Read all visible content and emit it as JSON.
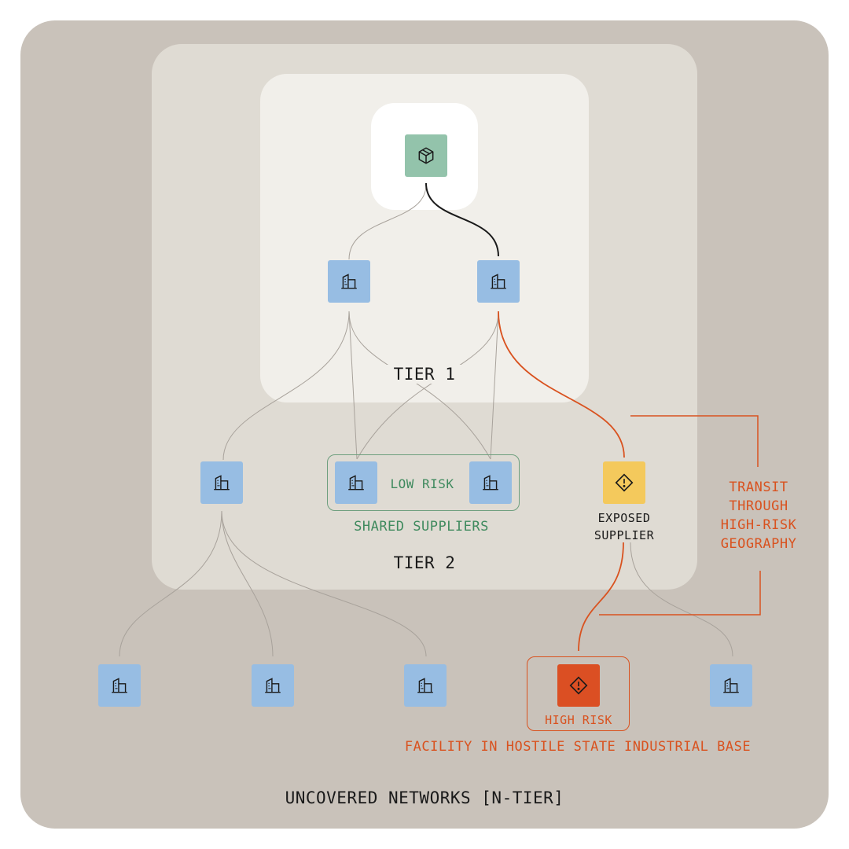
{
  "labels": {
    "tier1": "TIER 1",
    "tier2": "TIER 2",
    "n_tier": "UNCOVERED NETWORKS [N-TIER]",
    "low_risk": "LOW RISK",
    "shared_suppliers": "SHARED SUPPLIERS",
    "exposed_supplier_line1": "EXPOSED",
    "exposed_supplier_line2": "SUPPLIER",
    "transit_line1": "TRANSIT",
    "transit_line2": "THROUGH",
    "transit_line3": "HIGH-RISK",
    "transit_line4": "GEOGRAPHY",
    "high_risk": "HIGH RISK",
    "facility_note": "FACILITY IN HOSTILE STATE INDUSTRIAL BASE"
  },
  "icons": {
    "core": "package-icon",
    "supplier": "building-icon",
    "warning": "warning-diamond-icon"
  },
  "colors": {
    "outer_bg": "#c9c2ba",
    "tier2_bg": "#dfdbd3",
    "tier1_bg": "#f1efea",
    "core_bg": "#ffffff",
    "supplier_node": "#97bde3",
    "core_node": "#93c3ab",
    "exposed_node": "#f4c95c",
    "high_risk_node": "#db4f23",
    "risk_text": "#d9521f",
    "low_risk_text": "#3f8a5e"
  }
}
